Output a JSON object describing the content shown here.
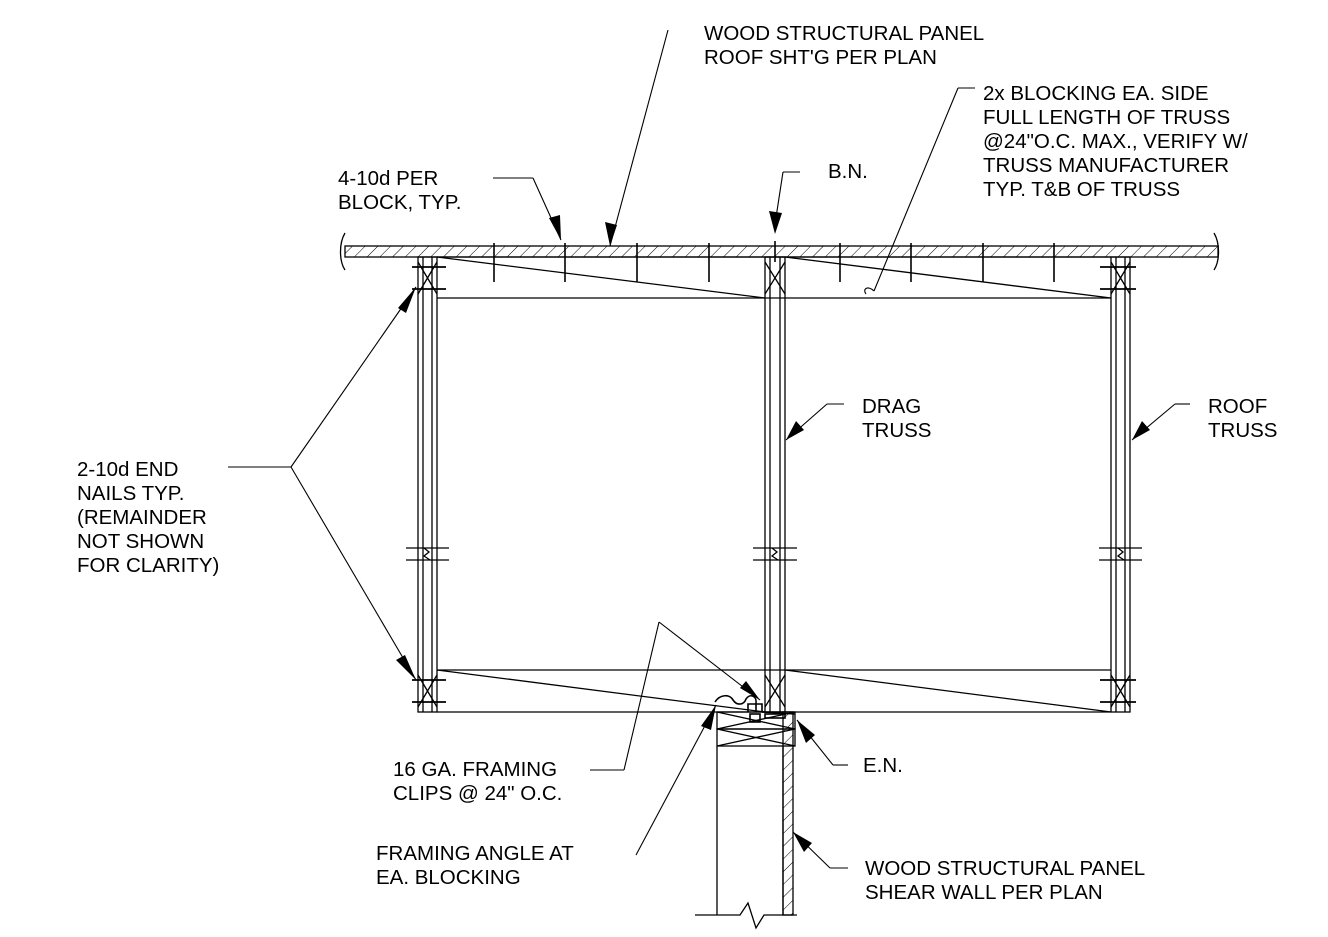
{
  "drawing": {
    "line_color": "#000000",
    "background": "#ffffff"
  },
  "labels": {
    "roof_sheathing": [
      "WOOD STRUCTURAL PANEL",
      "ROOF SHT'G PER PLAN"
    ],
    "blocking": [
      "2x BLOCKING EA. SIDE",
      "FULL LENGTH OF TRUSS",
      "@24\"O.C. MAX., VERIFY W/",
      "TRUSS MANUFACTURER",
      "TYP. T&B OF TRUSS"
    ],
    "block_nails": [
      "4-10d PER",
      "BLOCK, TYP."
    ],
    "boundary_nailing": [
      "B.N."
    ],
    "drag_truss": [
      "DRAG",
      "TRUSS"
    ],
    "roof_truss": [
      "ROOF",
      "TRUSS"
    ],
    "end_nails": [
      "2-10d END",
      "NAILS TYP.",
      "(REMAINDER",
      "NOT SHOWN",
      "FOR CLARITY)"
    ],
    "framing_clips": [
      "16 GA. FRAMING",
      "CLIPS @ 24\" O.C."
    ],
    "edge_nailing": [
      "E.N."
    ],
    "framing_angle": [
      "FRAMING ANGLE AT",
      "EA. BLOCKING"
    ],
    "shear_wall": [
      "WOOD STRUCTURAL PANEL",
      "SHEAR WALL PER PLAN"
    ]
  }
}
